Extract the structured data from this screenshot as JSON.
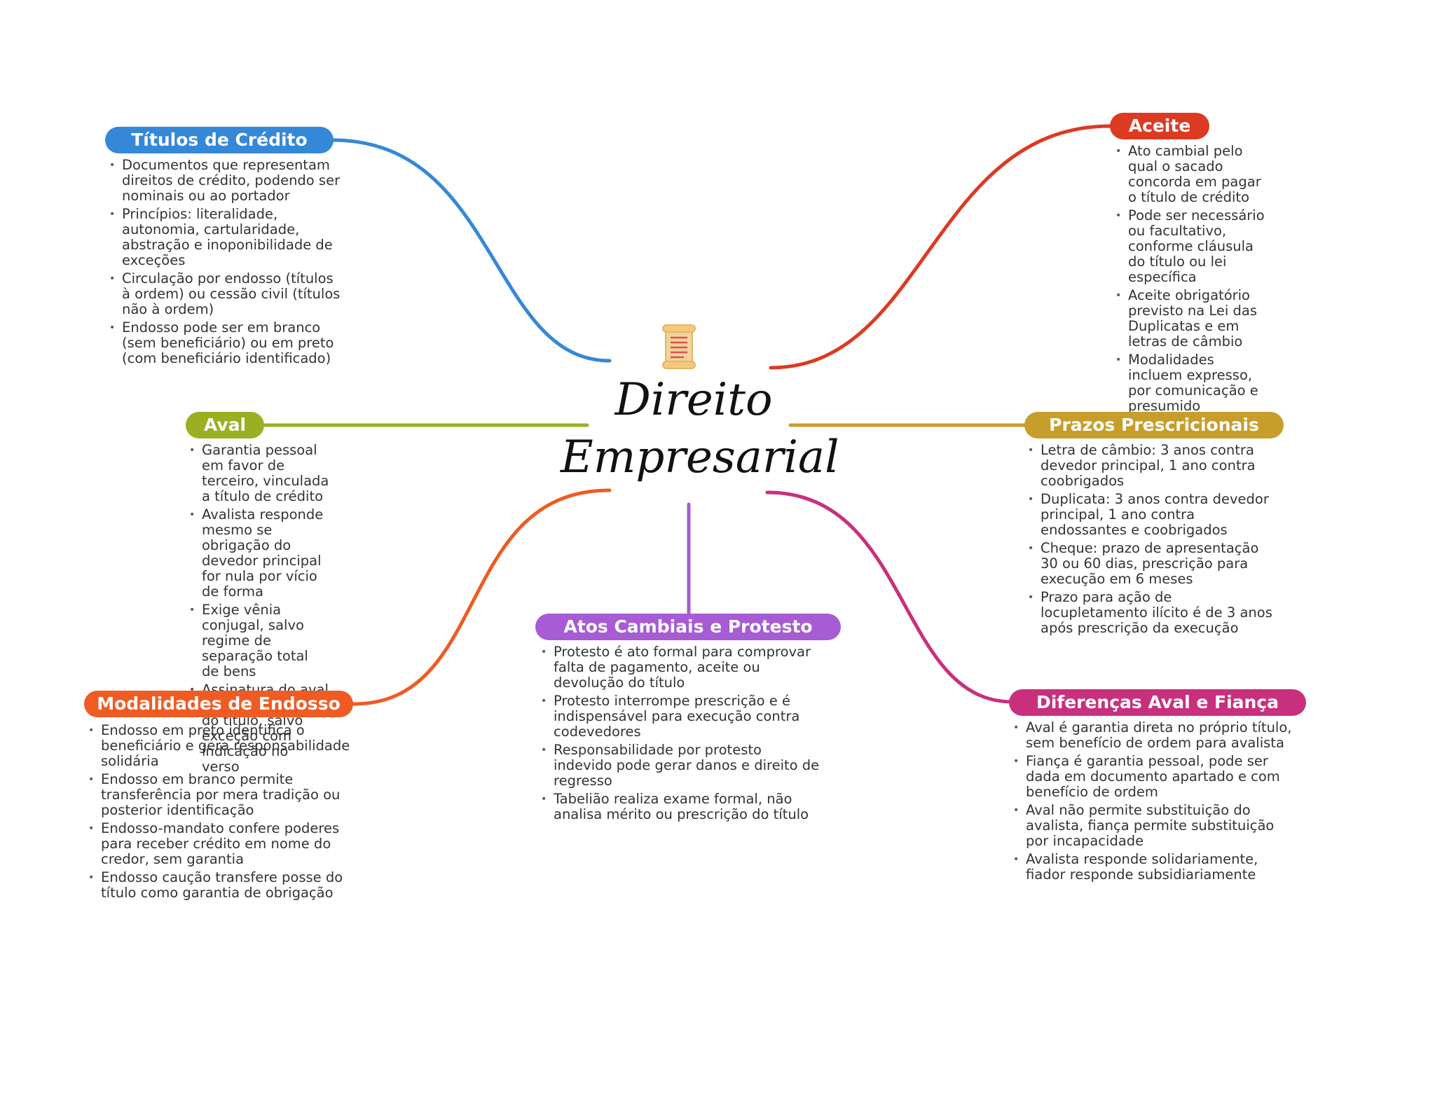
{
  "center": {
    "line1": "Direito",
    "line2": "Empresarial",
    "icon": "scroll-icon"
  },
  "colors": {
    "titulos": "#3588d8",
    "aceite": "#dd3a22",
    "aval": "#9aaf22",
    "prazos": "#c79e2c",
    "modalidades": "#ef5b22",
    "atos": "#a75bd4",
    "diferencas": "#c8307e"
  },
  "branches": {
    "titulos": {
      "title": "Títulos de Crédito",
      "items": [
        "Documentos que representam direitos de crédito, podendo ser nominais ou ao portador",
        "Princípios: literalidade, autonomia, cartularidade, abstração e inoponibilidade de exceções",
        "Circulação por endosso (títulos à ordem) ou cessão civil (títulos não à ordem)",
        "Endosso pode ser em branco (sem beneficiário) ou em preto (com beneficiário identificado)"
      ]
    },
    "aceite": {
      "title": "Aceite",
      "items": [
        "Ato cambial pelo qual o sacado concorda em pagar o título de crédito",
        "Pode ser necessário ou facultativo, conforme cláusula do título ou lei específica",
        "Aceite obrigatório previsto na Lei das Duplicatas e em letras de câmbio",
        "Modalidades incluem expresso, por comunicação e presumido"
      ]
    },
    "aval": {
      "title": "Aval",
      "items": [
        "Garantia pessoal em favor de terceiro, vinculada a título de crédito",
        "Avalista responde mesmo se obrigação do devedor principal for nula por vício de forma",
        "Exige vênia conjugal, salvo regime de separação total de bens",
        "Assinatura do aval deve ser na frente do título, salvo exceção com indicação no verso"
      ]
    },
    "prazos": {
      "title": "Prazos Prescricionais",
      "items": [
        "Letra de câmbio: 3 anos contra devedor principal, 1 ano contra coobrigados",
        "Duplicata: 3 anos contra devedor principal, 1 ano contra endossantes e coobrigados",
        "Cheque: prazo de apresentação 30 ou 60 dias, prescrição para execução em 6 meses",
        "Prazo para ação de locupletamento ilícito é de 3 anos após prescrição da execução"
      ]
    },
    "modalidades": {
      "title": "Modalidades de Endosso",
      "items": [
        "Endosso em preto identifica o beneficiário e gera responsabilidade solidária",
        "Endosso em branco permite transferência por mera tradição ou posterior identificação",
        "Endosso-mandato confere poderes para receber crédito em nome do credor, sem garantia",
        "Endosso caução transfere posse do título como garantia de obrigação"
      ]
    },
    "atos": {
      "title": "Atos Cambiais e Protesto",
      "items": [
        "Protesto é ato formal para comprovar falta de pagamento, aceite ou devolução do título",
        "Protesto interrompe prescrição e é indispensável para execução contra codevedores",
        "Responsabilidade por protesto indevido pode gerar danos e direito de regresso",
        "Tabelião realiza exame formal, não analisa mérito ou prescrição do título"
      ]
    },
    "diferencas": {
      "title": "Diferenças Aval e Fiança",
      "items": [
        "Aval é garantia direta no próprio título, sem benefício de ordem para avalista",
        "Fiança é garantia pessoal, pode ser dada em documento apartado e com benefício de ordem",
        "Aval não permite substituição do avalista, fiança permite substituição por incapacidade",
        "Avalista responde solidariamente, fiador responde subsidiariamente"
      ]
    }
  }
}
